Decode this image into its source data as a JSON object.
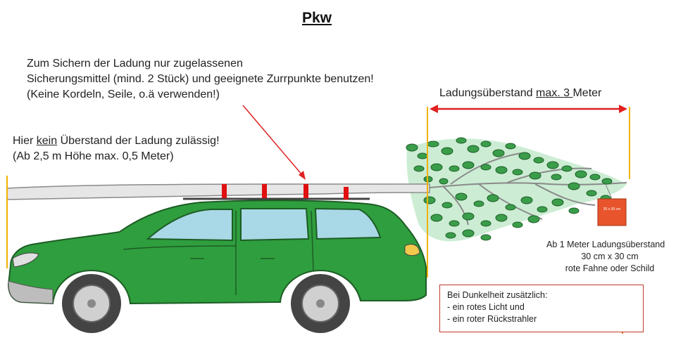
{
  "title": "Pkw",
  "note_securing": {
    "line1": "Zum Sichern der Ladung nur zugelassenen",
    "line2": "Sicherungsmittel (mind. 2 Stück) und geeignete Zurrpunkte benutzen!",
    "line3": "(Keine Kordeln, Seile, o.ä verwenden!)"
  },
  "note_front": {
    "line1_pre": "Hier ",
    "line1_u": "kein",
    "line1_post": " Überstand der Ladung zulässig!",
    "line2": "(Ab 2,5 m Höhe max. 0,5 Meter)"
  },
  "note_rear": {
    "pre": "Ladungsüberstand ",
    "u": "max. 3 ",
    "post": "Meter"
  },
  "flag_note": {
    "line1": "Ab 1 Meter Ladungsüberstand",
    "line2": "30 cm x 30 cm",
    "line3": "rote Fahne oder Schild"
  },
  "flag_label": "30 x 30 cm",
  "dark_box": {
    "heading": "Bei Dunkelheit zusätzlich:",
    "item1": "- ein rotes Licht und",
    "item2": "- ein roter Rückstrahler"
  },
  "colors": {
    "car_body": "#2f9e3e",
    "leaves": "#3a9d4a",
    "foliage_glow": "#bfe7c8",
    "strap": "#e01010",
    "arrow": "#e02020",
    "guide": "#f2b200",
    "flag": "#e8542b"
  }
}
